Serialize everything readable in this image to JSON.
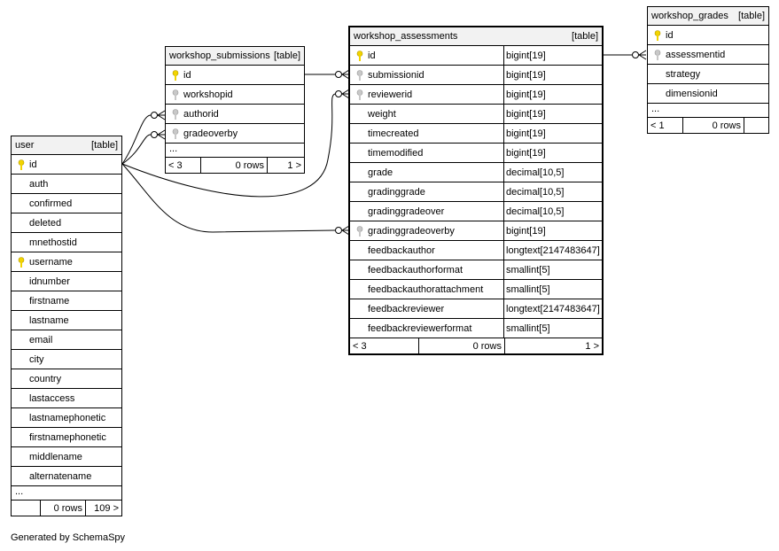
{
  "tables": {
    "workshop_grades": {
      "name": "workshop_grades",
      "kind": "[table]",
      "columns": [
        {
          "name": "id",
          "key": "primary"
        },
        {
          "name": "assessmentid",
          "key": "foreign"
        },
        {
          "name": "strategy",
          "key": ""
        },
        {
          "name": "dimensionid",
          "key": ""
        }
      ],
      "ellipsis": "...",
      "footer": {
        "parents": "< 1",
        "rows": "0 rows",
        "children": ""
      }
    },
    "workshop_submissions": {
      "name": "workshop_submissions",
      "kind": "[table]",
      "columns": [
        {
          "name": "id",
          "key": "primary"
        },
        {
          "name": "workshopid",
          "key": "foreign"
        },
        {
          "name": "authorid",
          "key": "foreign"
        },
        {
          "name": "gradeoverby",
          "key": "foreign"
        }
      ],
      "ellipsis": "...",
      "footer": {
        "parents": "< 3",
        "rows": "0 rows",
        "children": "1 >"
      }
    },
    "workshop_assessments": {
      "name": "workshop_assessments",
      "kind": "[table]",
      "columns": [
        {
          "name": "id",
          "type": "bigint[19]",
          "key": "primary"
        },
        {
          "name": "submissionid",
          "type": "bigint[19]",
          "key": "foreign"
        },
        {
          "name": "reviewerid",
          "type": "bigint[19]",
          "key": "foreign"
        },
        {
          "name": "weight",
          "type": "bigint[19]",
          "key": ""
        },
        {
          "name": "timecreated",
          "type": "bigint[19]",
          "key": ""
        },
        {
          "name": "timemodified",
          "type": "bigint[19]",
          "key": ""
        },
        {
          "name": "grade",
          "type": "decimal[10,5]",
          "key": ""
        },
        {
          "name": "gradinggrade",
          "type": "decimal[10,5]",
          "key": ""
        },
        {
          "name": "gradinggradeover",
          "type": "decimal[10,5]",
          "key": ""
        },
        {
          "name": "gradinggradeoverby",
          "type": "bigint[19]",
          "key": "foreign"
        },
        {
          "name": "feedbackauthor",
          "type": "longtext[2147483647]",
          "key": ""
        },
        {
          "name": "feedbackauthorformat",
          "type": "smallint[5]",
          "key": ""
        },
        {
          "name": "feedbackauthorattachment",
          "type": "smallint[5]",
          "key": ""
        },
        {
          "name": "feedbackreviewer",
          "type": "longtext[2147483647]",
          "key": ""
        },
        {
          "name": "feedbackreviewerformat",
          "type": "smallint[5]",
          "key": ""
        }
      ],
      "footer": {
        "parents": "< 3",
        "rows": "0 rows",
        "children": "1 >"
      }
    },
    "user": {
      "name": "user",
      "kind": "[table]",
      "columns": [
        {
          "name": "id",
          "key": "primary"
        },
        {
          "name": "auth",
          "key": ""
        },
        {
          "name": "confirmed",
          "key": ""
        },
        {
          "name": "deleted",
          "key": ""
        },
        {
          "name": "mnethostid",
          "key": ""
        },
        {
          "name": "username",
          "key": "primary"
        },
        {
          "name": "idnumber",
          "key": ""
        },
        {
          "name": "firstname",
          "key": ""
        },
        {
          "name": "lastname",
          "key": ""
        },
        {
          "name": "email",
          "key": ""
        },
        {
          "name": "city",
          "key": ""
        },
        {
          "name": "country",
          "key": ""
        },
        {
          "name": "lastaccess",
          "key": ""
        },
        {
          "name": "lastnamephonetic",
          "key": ""
        },
        {
          "name": "firstnamephonetic",
          "key": ""
        },
        {
          "name": "middlename",
          "key": ""
        },
        {
          "name": "alternatename",
          "key": ""
        }
      ],
      "ellipsis": "...",
      "footer": {
        "parents": "",
        "rows": "0 rows",
        "children": "109 >"
      }
    }
  },
  "relationships": [
    {
      "from": "workshop_grades.assessmentid",
      "to": "workshop_assessments.id"
    },
    {
      "from": "workshop_assessments.submissionid",
      "to": "workshop_submissions.id"
    },
    {
      "from": "workshop_assessments.reviewerid",
      "to": "user.id"
    },
    {
      "from": "workshop_assessments.gradinggradeoverby",
      "to": "user.id"
    },
    {
      "from": "workshop_submissions.authorid",
      "to": "user.id"
    },
    {
      "from": "workshop_submissions.gradeoverby",
      "to": "user.id"
    }
  ],
  "colors": {
    "primary_key": "#f2d400",
    "foreign_key": "#c8c8c8",
    "header_bg": "#f2f2f2",
    "line": "#000000"
  },
  "generated_by": "Generated by SchemaSpy"
}
